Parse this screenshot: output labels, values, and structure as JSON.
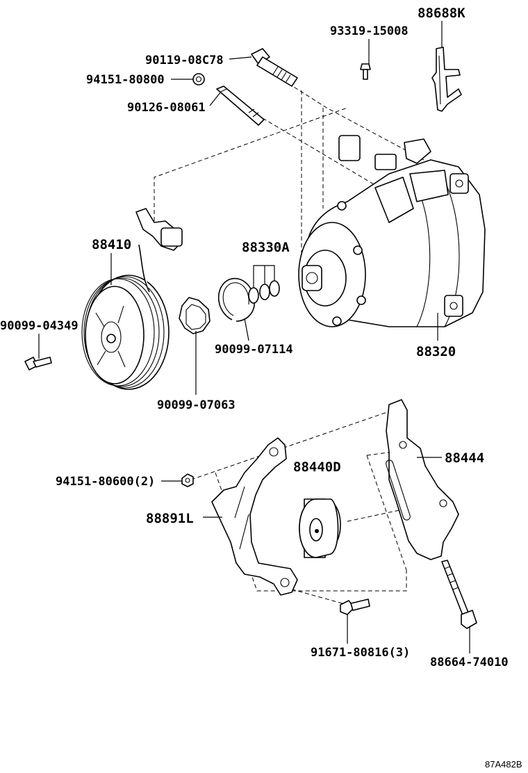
{
  "diagram": {
    "labels": [
      {
        "key": "p88688K",
        "text": "88688K"
      },
      {
        "key": "p93319",
        "text": "93319-15008"
      },
      {
        "key": "p90119",
        "text": "90119-08C78"
      },
      {
        "key": "p94151a",
        "text": "94151-80800"
      },
      {
        "key": "p90126",
        "text": "90126-08061"
      },
      {
        "key": "p88410",
        "text": "88410"
      },
      {
        "key": "p88330A",
        "text": "88330A"
      },
      {
        "key": "p90099a",
        "text": "90099-04349"
      },
      {
        "key": "p90099b",
        "text": "90099-07114"
      },
      {
        "key": "p88320",
        "text": "88320"
      },
      {
        "key": "p90099c",
        "text": "90099-07063"
      },
      {
        "key": "p88444",
        "text": "88444"
      },
      {
        "key": "p94151b",
        "text": "94151-80600(2)"
      },
      {
        "key": "p88440D",
        "text": "88440D"
      },
      {
        "key": "p88891L",
        "text": "88891L"
      },
      {
        "key": "p91671",
        "text": "91671-80816(3)"
      },
      {
        "key": "p88664",
        "text": "88664-74010"
      }
    ],
    "reference_code": "87A482B"
  }
}
